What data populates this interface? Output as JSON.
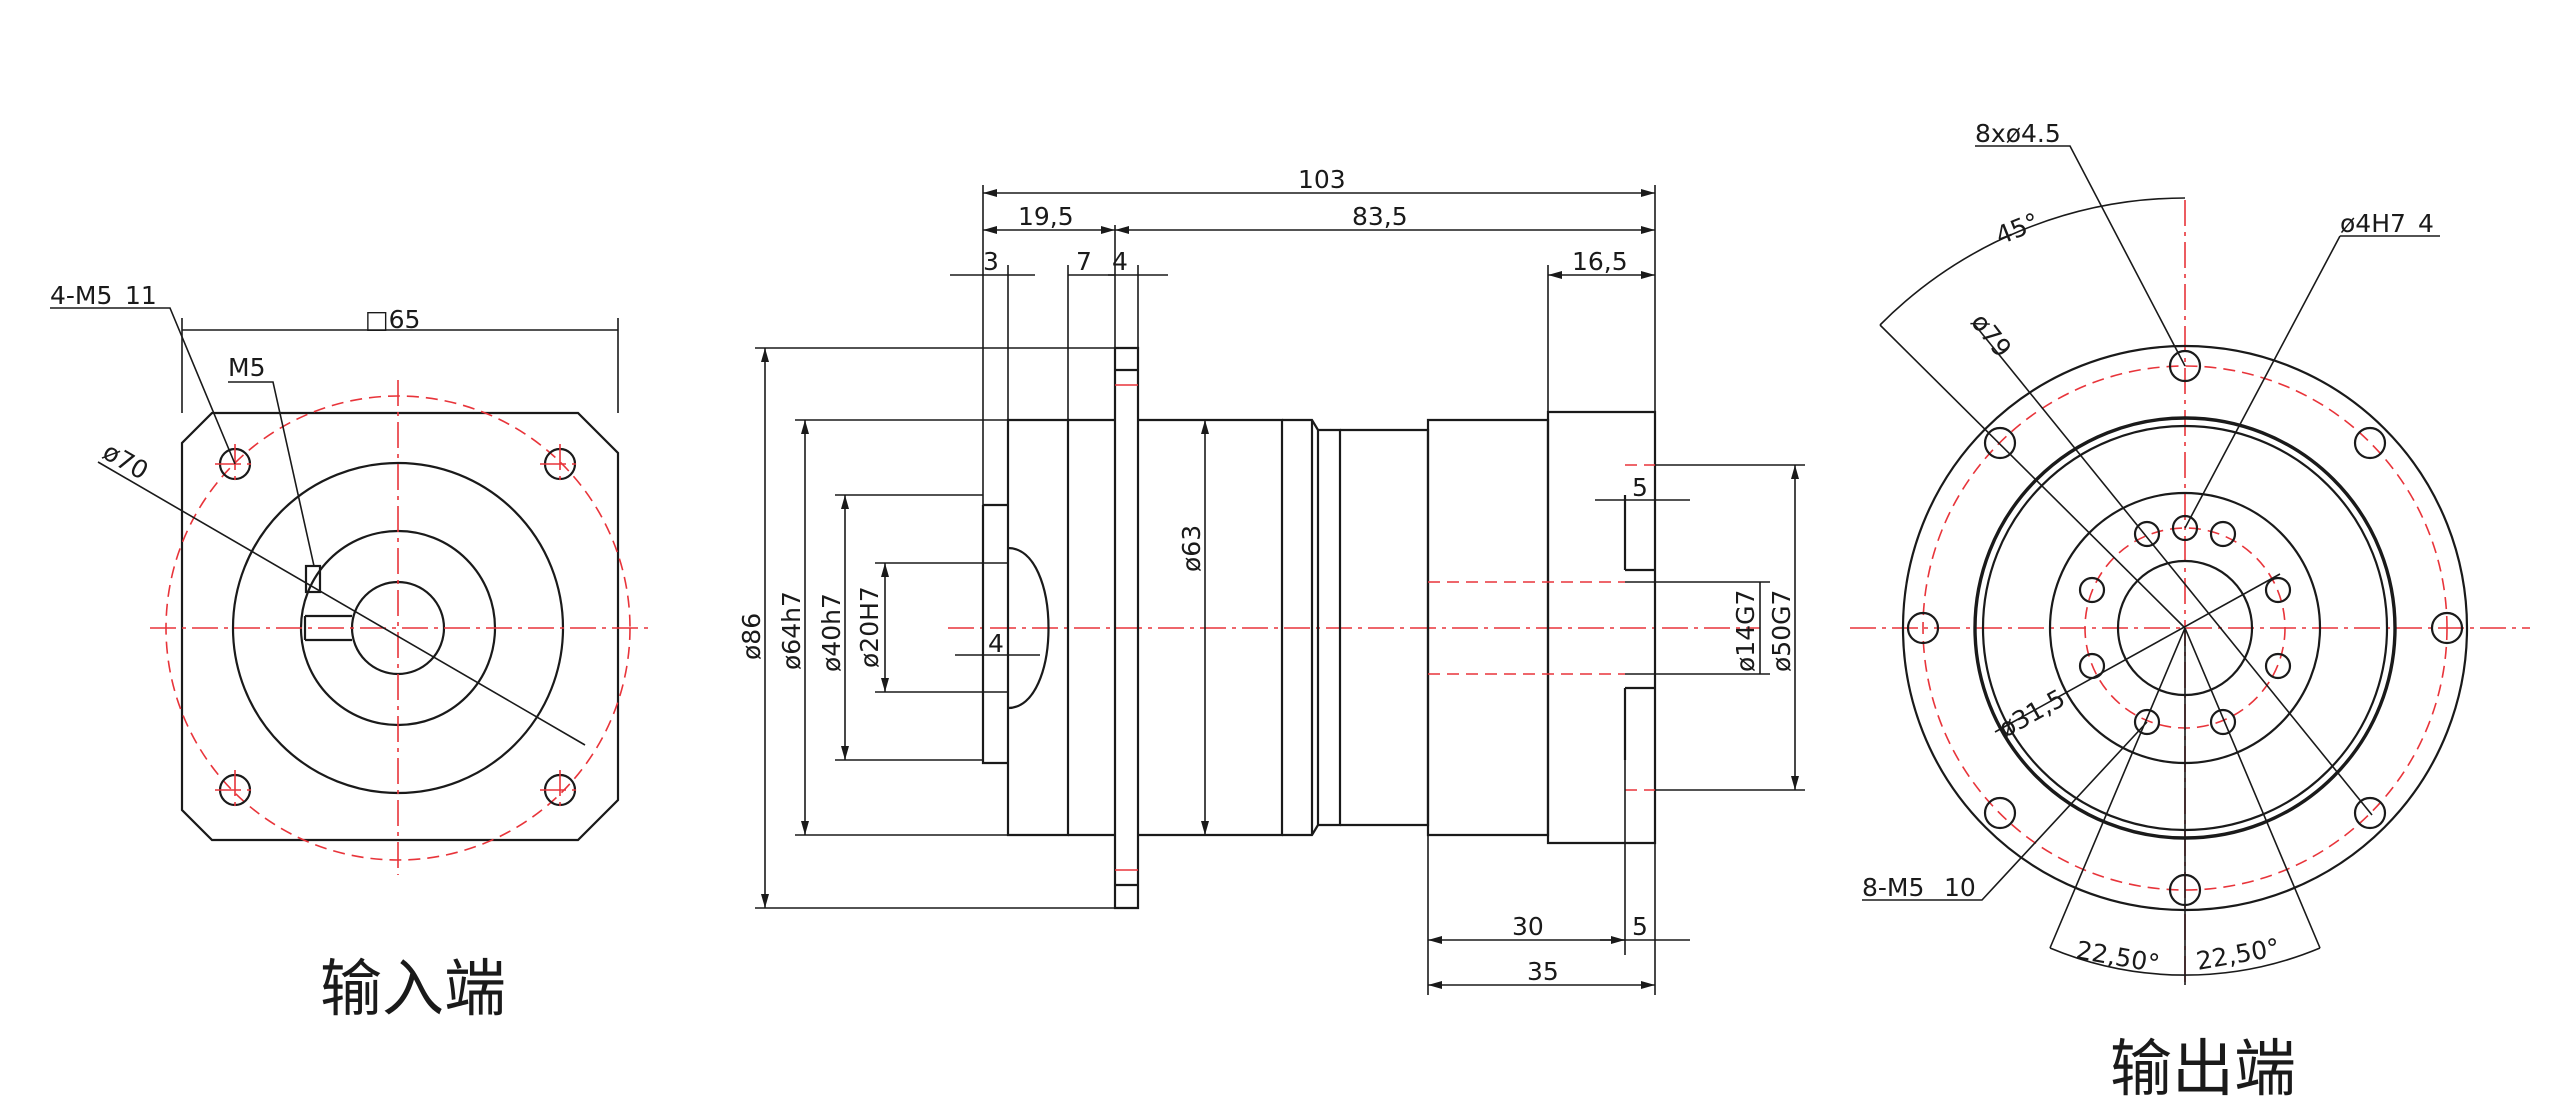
{
  "colors": {
    "lines": "#1a1a1a",
    "centerlines": "#e8343a",
    "background": "#ffffff"
  },
  "input_view": {
    "caption": "输入端",
    "labels": {
      "bolt_holes": "4-M5",
      "bolt_depth": "11",
      "square": "□65",
      "set_screw": "M5",
      "bolt_circle": "ø70"
    }
  },
  "side_view": {
    "labels": {
      "overall": "103",
      "d_19_5": "19,5",
      "d_83_5": "83,5",
      "d_3": "3",
      "d_7": "7",
      "d_4_top": "4",
      "d_16_5": "16,5",
      "d_4_mid": "4",
      "d_5_top": "5",
      "d_30": "30",
      "d_5_bot": "5",
      "d_35": "35",
      "dia_86": "ø86",
      "dia_64": "ø64h7",
      "dia_40": "ø40h7",
      "dia_20": "ø20H7",
      "dia_63": "ø63",
      "dia_14": "ø14G7",
      "dia_50": "ø50G7"
    }
  },
  "output_view": {
    "caption": "输出端",
    "labels": {
      "holes": "8xø4.5",
      "pin": "ø4H7",
      "pin_depth": "4",
      "angle": "45°",
      "bolt_circle": "ø79",
      "inner_circle": "ø31,5",
      "tapped": "8-M5",
      "tapped_depth": "10",
      "angle_left": "22,50°",
      "angle_right": "22,50°"
    }
  }
}
